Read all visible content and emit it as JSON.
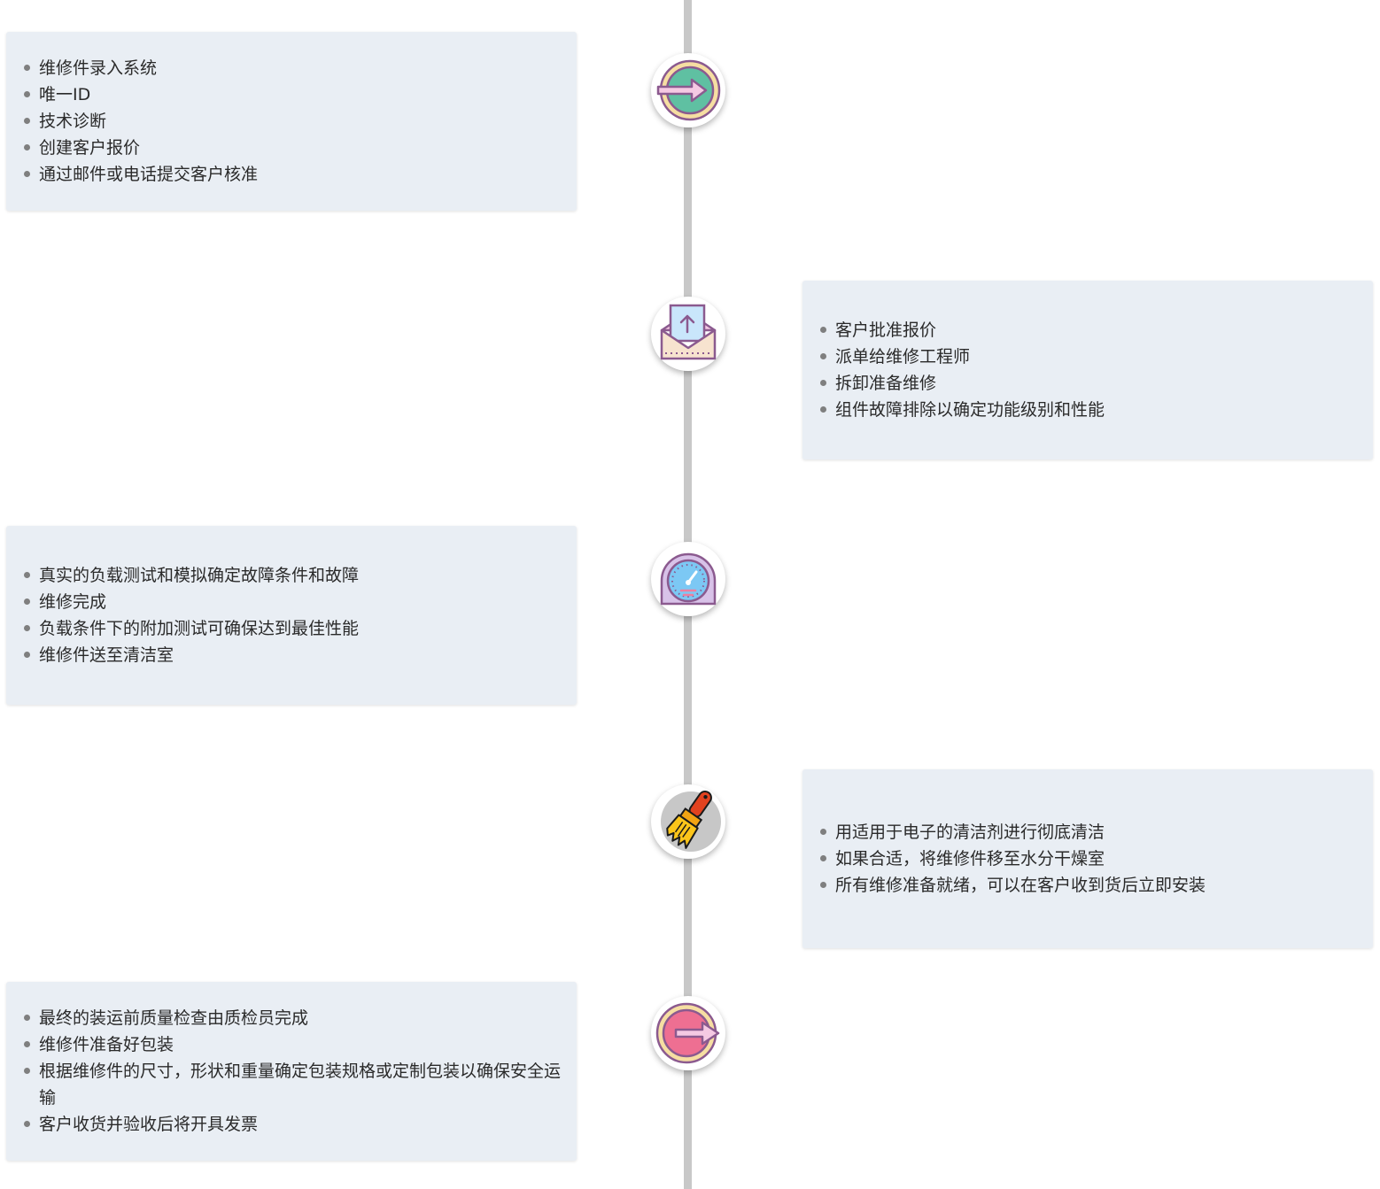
{
  "steps": [
    {
      "icon": "sign-in-icon",
      "side": "left",
      "items": [
        "维修件录入系统",
        "唯一ID",
        "技术诊断",
        "创建客户报价",
        "通过邮件或电话提交客户核准"
      ]
    },
    {
      "icon": "envelope-upload-icon",
      "side": "right",
      "items": [
        "客户批准报价",
        "派单给维修工程师",
        "拆卸准备维修",
        "组件故障排除以确定功能级别和性能"
      ]
    },
    {
      "icon": "speedometer-icon",
      "side": "left",
      "items": [
        "真实的负载测试和模拟确定故障条件和故障",
        "维修完成",
        "负载条件下的附加测试可确保达到最佳性能",
        "维修件送至清洁室"
      ]
    },
    {
      "icon": "paint-brush-icon",
      "side": "right",
      "items": [
        "用适用于电子的清洁剂进行彻底清洁",
        "如果合适，将维修件移至水分干燥室",
        "所有维修准备就绪，可以在客户收到货后立即安装"
      ]
    },
    {
      "icon": "sign-out-icon",
      "side": "left",
      "items": [
        "最终的装运前质量检查由质检员完成",
        "维修件准备好包装",
        "根据维修件的尺寸，形状和重量确定包装规格或定制包装以确保安全运输",
        "客户收货并验收后将开具发票"
      ]
    }
  ],
  "colors": {
    "card_background": "#e9eef4",
    "axis": "#c8c8c8",
    "bullet": "#7f7f7f"
  }
}
